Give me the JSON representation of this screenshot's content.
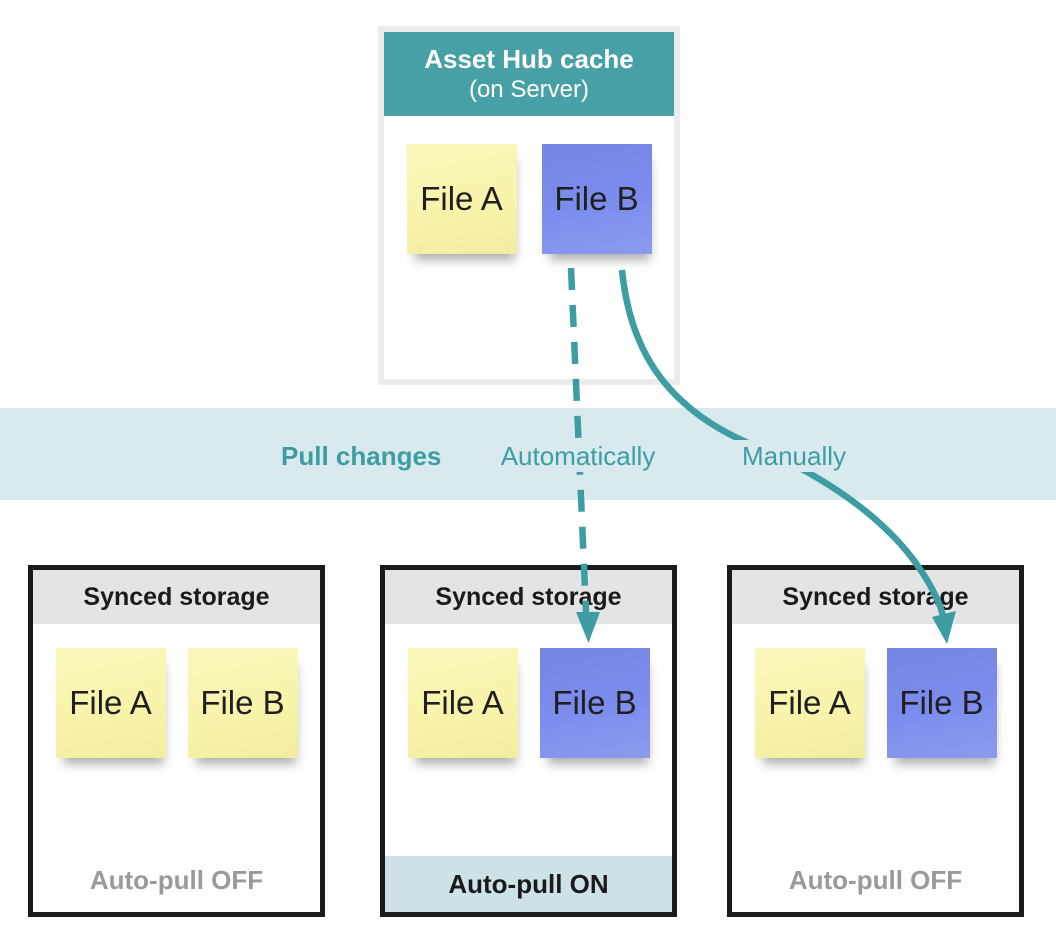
{
  "diagram": {
    "server_box": {
      "title": "Asset Hub cache",
      "subtitle": "(on Server)",
      "files": [
        {
          "label": "File A",
          "color": "yellow"
        },
        {
          "label": "File B",
          "color": "blue"
        }
      ]
    },
    "band": {
      "heading": "Pull changes",
      "mode_auto": "Automatically",
      "mode_manual": "Manually"
    },
    "storage_boxes": [
      {
        "title": "Synced storage",
        "files": [
          {
            "label": "File A",
            "color": "yellow"
          },
          {
            "label": "File B",
            "color": "yellow"
          }
        ],
        "footer": "Auto-pull OFF",
        "footer_style": "off"
      },
      {
        "title": "Synced storage",
        "files": [
          {
            "label": "File A",
            "color": "yellow"
          },
          {
            "label": "File B",
            "color": "blue"
          }
        ],
        "footer": "Auto-pull ON",
        "footer_style": "on"
      },
      {
        "title": "Synced storage",
        "files": [
          {
            "label": "File A",
            "color": "yellow"
          },
          {
            "label": "File B",
            "color": "blue"
          }
        ],
        "footer": "Auto-pull OFF",
        "footer_style": "off"
      }
    ],
    "arrows": [
      {
        "name": "auto-pull-arrow",
        "style": "dashed",
        "from": "File B (cache)",
        "to": "File B (middle synced storage)"
      },
      {
        "name": "manual-pull-arrow",
        "style": "solid",
        "from": "File B (cache)",
        "to": "File B (right synced storage)"
      }
    ],
    "colors": {
      "accent_teal": "#3e9da3",
      "server_header_teal": "#47a0a6",
      "band_background": "#d9eaee",
      "note_yellow": "#f8f4ab",
      "note_blue": "#7c8dee",
      "autopull_on_band": "#cce2e6",
      "autopull_off_text": "#9a9a9a",
      "storage_header_gray": "#e4e4e4",
      "storage_border": "#1b1b1b"
    }
  }
}
